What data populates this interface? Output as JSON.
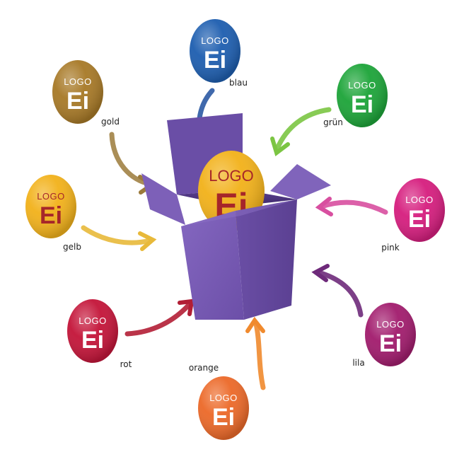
{
  "center_egg": {
    "logo": "LOGO",
    "ei": "Ei",
    "color": "#f2b21c",
    "text_color": "#a6262a"
  },
  "box_color": "#7b5bb5",
  "eggs": [
    {
      "id": "blau",
      "label": "blau",
      "color": "#1f5fb0",
      "logo": "LOGO",
      "ei": "Ei",
      "text_color": "#ffffff"
    },
    {
      "id": "gold",
      "label": "gold",
      "color": "#a87a28",
      "logo": "LOGO",
      "ei": "Ei",
      "text_color": "#ffffff"
    },
    {
      "id": "gruen",
      "label": "grün",
      "color": "#1ea53a",
      "logo": "LOGO",
      "ei": "Ei",
      "text_color": "#ffffff"
    },
    {
      "id": "gelb",
      "label": "gelb",
      "color": "#f2b21c",
      "logo": "LOGO",
      "ei": "Ei",
      "text_color": "#a6262a"
    },
    {
      "id": "pink",
      "label": "pink",
      "color": "#d61f7f",
      "logo": "LOGO",
      "ei": "Ei",
      "text_color": "#ffffff"
    },
    {
      "id": "rot",
      "label": "rot",
      "color": "#c4163a",
      "logo": "LOGO",
      "ei": "Ei",
      "text_color": "#ffffff"
    },
    {
      "id": "lila",
      "label": "lila",
      "color": "#a21d6e",
      "logo": "LOGO",
      "ei": "Ei",
      "text_color": "#ffffff"
    },
    {
      "id": "orange",
      "label": "orange",
      "color": "#ec6a2a",
      "logo": "LOGO",
      "ei": "Ei",
      "text_color": "#ffffff"
    }
  ]
}
